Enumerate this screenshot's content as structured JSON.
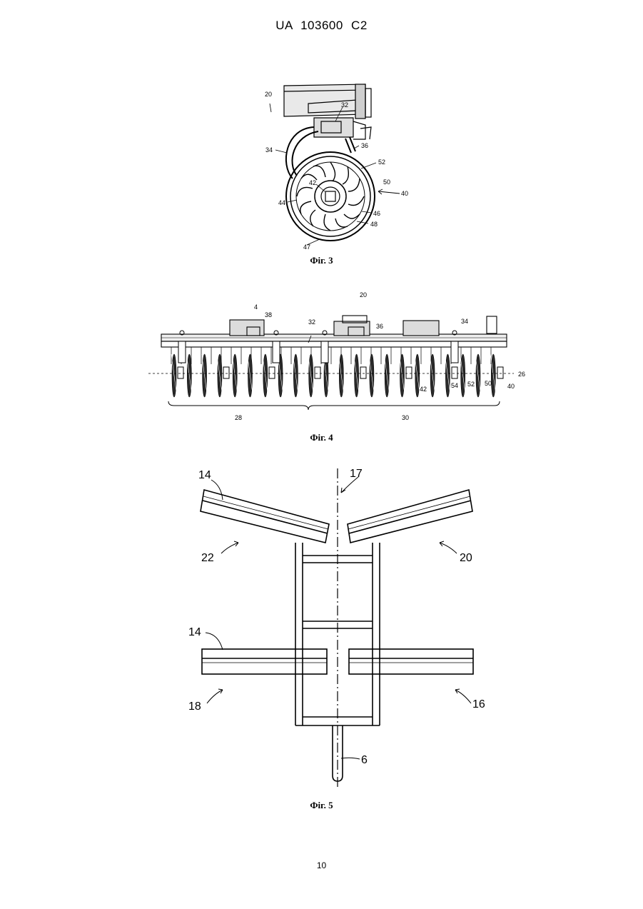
{
  "header": {
    "doc_number": "UA   103600   C2"
  },
  "figures": {
    "fig3": {
      "caption": "Фіг. 3",
      "refs": {
        "r20": "20",
        "r32": "32",
        "r34": "34",
        "r36": "36",
        "r52": "52",
        "r42": "42",
        "r50": "50",
        "r40": "40",
        "r44": "44",
        "r46": "46",
        "r48": "48",
        "r47": "47"
      }
    },
    "fig4": {
      "caption": "Фіг. 4",
      "refs": {
        "r20": "20",
        "r4": "4",
        "r38": "38",
        "r32": "32",
        "r36": "36",
        "r34": "34",
        "r26": "26",
        "r42": "42",
        "r54": "54",
        "r52": "52",
        "r50": "50",
        "r40": "40",
        "r28": "28",
        "r30": "30"
      }
    },
    "fig5": {
      "caption": "Фіг. 5",
      "refs": {
        "r14a": "14",
        "r17": "17",
        "r22": "22",
        "r20": "20",
        "r14b": "14",
        "r18": "18",
        "r16": "16",
        "r6": "6"
      }
    }
  },
  "footer": {
    "page_number": "10"
  }
}
